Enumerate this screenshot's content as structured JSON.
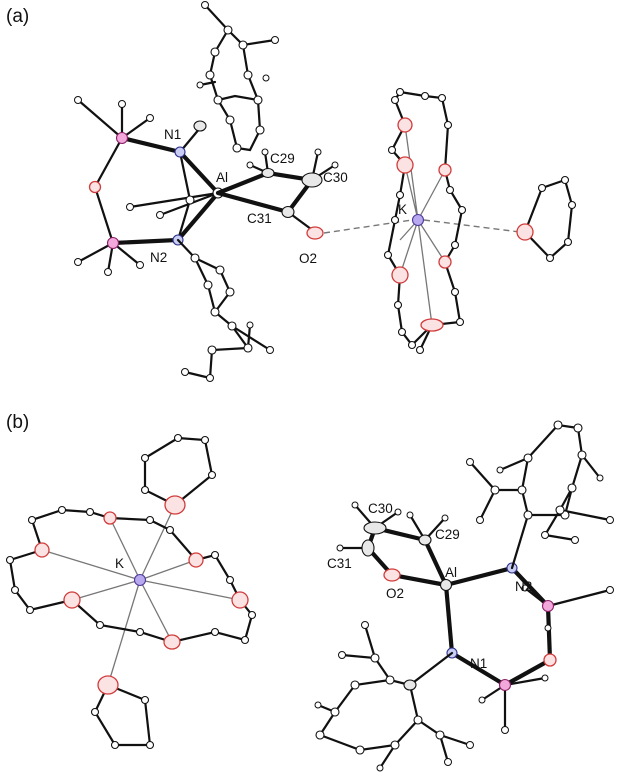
{
  "panels": [
    {
      "id": "a",
      "label": "(a)",
      "atom_labels": {
        "N1": "N1",
        "Al": "Al",
        "C29": "C29",
        "C30": "C30",
        "C31": "C31",
        "O2": "O2",
        "N2": "N2",
        "K": "K"
      }
    },
    {
      "id": "b",
      "label": "(b)",
      "atom_labels": {
        "K": "K",
        "C30": "C30",
        "C29": "C29",
        "C31": "C31",
        "O2": "O2",
        "Al": "Al",
        "N2": "N2",
        "N1": "N1"
      }
    }
  ],
  "colors": {
    "oxygen": "#d23b3b",
    "nitrogen": "#2b2f8a",
    "phosphorus": "#8a1f67",
    "potassium": "#4d3a9a",
    "bond": "#111111",
    "k_contact": "#777777"
  }
}
